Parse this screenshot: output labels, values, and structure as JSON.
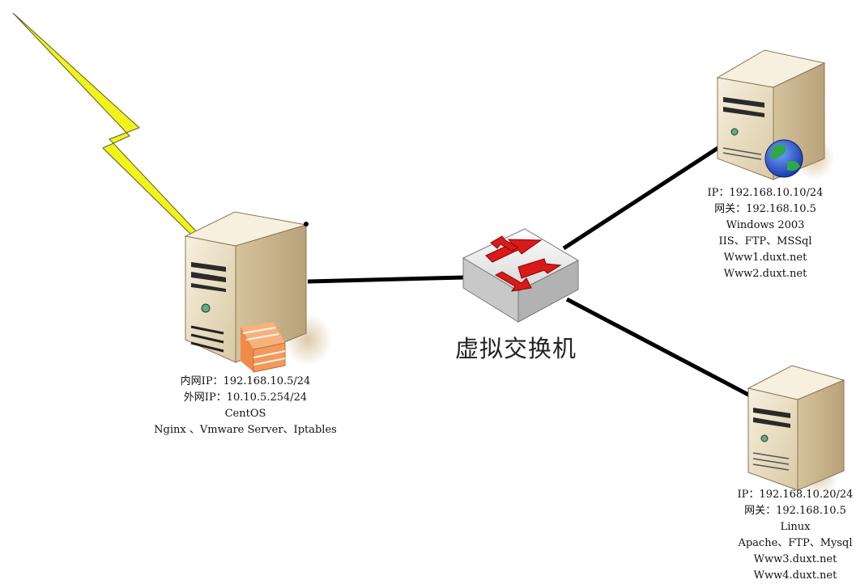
{
  "gateway": {
    "lan_ip_line": "内网IP：192.168.10.5/24",
    "wan_ip_line": "外网IP：10.10.5.254/24",
    "os": "CentOS",
    "services": "Nginx 、Vmware Server、Iptables"
  },
  "switch": {
    "title": "虚拟交换机"
  },
  "windows_server": {
    "ip_line": "IP：192.168.10.10/24",
    "gateway_line": "网关：192.168.10.5",
    "os": "Windows 2003",
    "services": "IIS、FTP、MSSql",
    "site1": "Www1.duxt.net",
    "site2": "Www2.duxt.net"
  },
  "linux_server": {
    "ip_line": "IP：192.168.10.20/24",
    "gateway_line": "网关：192.168.10.5",
    "os": "Linux",
    "services": "Apache、FTP、Mysql",
    "site1": "Www3.duxt.net",
    "site2": "Www4.duxt.net"
  },
  "icons": {
    "gateway": "server-firewall-icon",
    "switch": "network-switch-icon",
    "windows": "web-server-globe-icon",
    "linux": "server-tower-icon",
    "link": "lightning-bolt-icon"
  },
  "colors": {
    "server_front": "#f0e6cf",
    "server_side": "#cdb990",
    "server_top": "#f7f0df",
    "switch_arrow": "#d81a1a",
    "lightning": "#f2f21c",
    "link_line": "#000000"
  }
}
